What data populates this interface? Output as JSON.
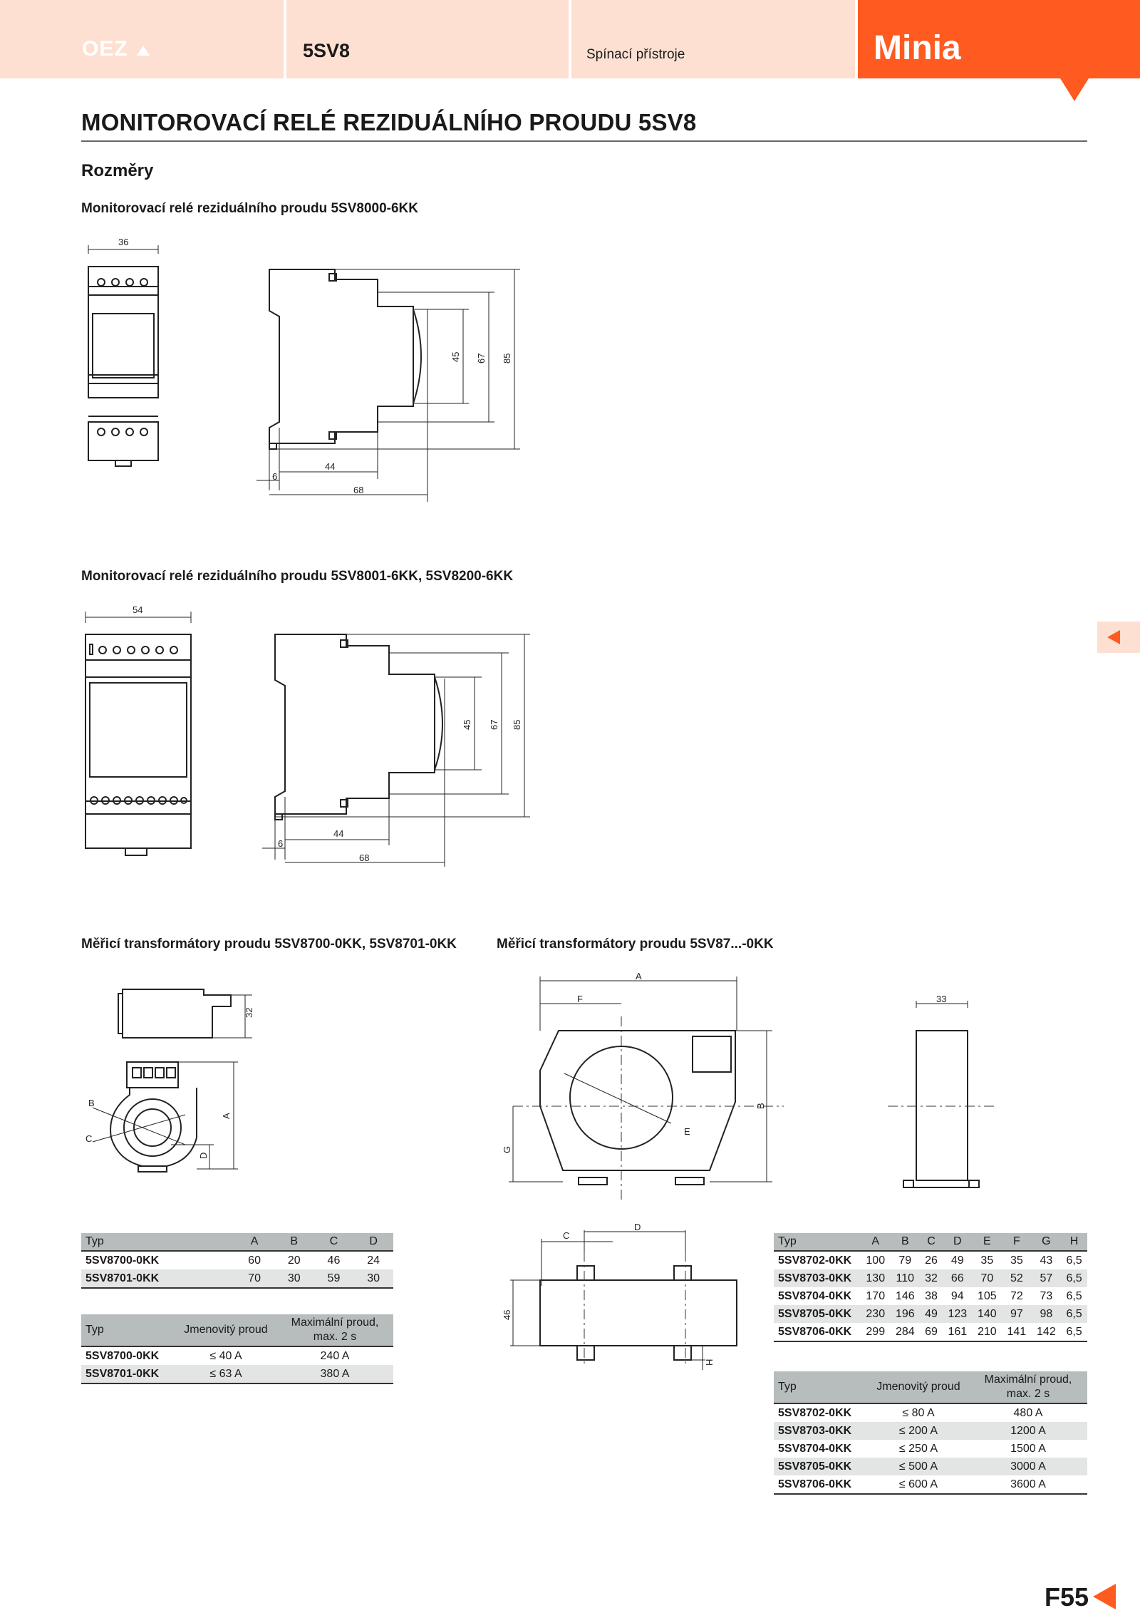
{
  "header": {
    "logo": "OEZ",
    "series": "5SV8",
    "category": "Spínací přístroje",
    "brand": "Minia"
  },
  "title": "MONITOROVACÍ RELÉ REZIDUÁLNÍHO PROUDU 5SV8",
  "section": "Rozměry",
  "captions": {
    "d1": "Monitorovací relé reziduálního proudu 5SV8000-6KK",
    "d2": "Monitorovací relé reziduálního proudu 5SV8001-6KK, 5SV8200-6KK",
    "d3": "Měřicí transformátory proudu 5SV8700-0KK, 5SV8701-0KK",
    "d4": "Měřicí transformátory proudu 5SV87...-0KK"
  },
  "dims": {
    "d1": {
      "width": "36",
      "h45": "45",
      "h67": "67",
      "h85": "85",
      "w6": "6",
      "w44": "44",
      "w68": "68"
    },
    "d2": {
      "width": "54",
      "h45": "45",
      "h67": "67",
      "h85": "85",
      "w6": "6",
      "w44": "44",
      "w68": "68"
    },
    "d3": {
      "h32": "32",
      "A": "A",
      "B": "B",
      "C": "C",
      "D": "D"
    },
    "d4": {
      "A": "A",
      "F": "F",
      "B": "B",
      "E": "E",
      "G": "G",
      "w33": "33",
      "C": "C",
      "D": "D",
      "h46": "46",
      "H": "H"
    }
  },
  "table1": {
    "headers": [
      "Typ",
      "A",
      "B",
      "C",
      "D"
    ],
    "rows": [
      [
        "5SV8700-0KK",
        "60",
        "20",
        "46",
        "24"
      ],
      [
        "5SV8701-0KK",
        "70",
        "30",
        "59",
        "30"
      ]
    ]
  },
  "table2": {
    "headers": [
      "Typ",
      "Jmenovitý proud",
      "Maximální proud, max. 2 s"
    ],
    "rows": [
      [
        "5SV8700-0KK",
        "≤ 40 A",
        "240 A"
      ],
      [
        "5SV8701-0KK",
        "≤ 63 A",
        "380 A"
      ]
    ]
  },
  "table3": {
    "headers": [
      "Typ",
      "A",
      "B",
      "C",
      "D",
      "E",
      "F",
      "G",
      "H"
    ],
    "rows": [
      [
        "5SV8702-0KK",
        "100",
        "79",
        "26",
        "49",
        "35",
        "35",
        "43",
        "6,5"
      ],
      [
        "5SV8703-0KK",
        "130",
        "110",
        "32",
        "66",
        "70",
        "52",
        "57",
        "6,5"
      ],
      [
        "5SV8704-0KK",
        "170",
        "146",
        "38",
        "94",
        "105",
        "72",
        "73",
        "6,5"
      ],
      [
        "5SV8705-0KK",
        "230",
        "196",
        "49",
        "123",
        "140",
        "97",
        "98",
        "6,5"
      ],
      [
        "5SV8706-0KK",
        "299",
        "284",
        "69",
        "161",
        "210",
        "141",
        "142",
        "6,5"
      ]
    ]
  },
  "table4": {
    "headers": [
      "Typ",
      "Jmenovitý proud",
      "Maximální proud, max. 2 s"
    ],
    "rows": [
      [
        "5SV8702-0KK",
        "≤ 80 A",
        "480 A"
      ],
      [
        "5SV8703-0KK",
        "≤ 200 A",
        "1200 A"
      ],
      [
        "5SV8704-0KK",
        "≤ 250 A",
        "1500 A"
      ],
      [
        "5SV8705-0KK",
        "≤ 500 A",
        "3000 A"
      ],
      [
        "5SV8706-0KK",
        "≤ 600 A",
        "3600 A"
      ]
    ]
  },
  "page_number": "F55",
  "colors": {
    "accent": "#ff5a1f",
    "header_bg": "#fde0d2",
    "table_header": "#b7bcbc",
    "row_alt": "#e3e5e5"
  }
}
